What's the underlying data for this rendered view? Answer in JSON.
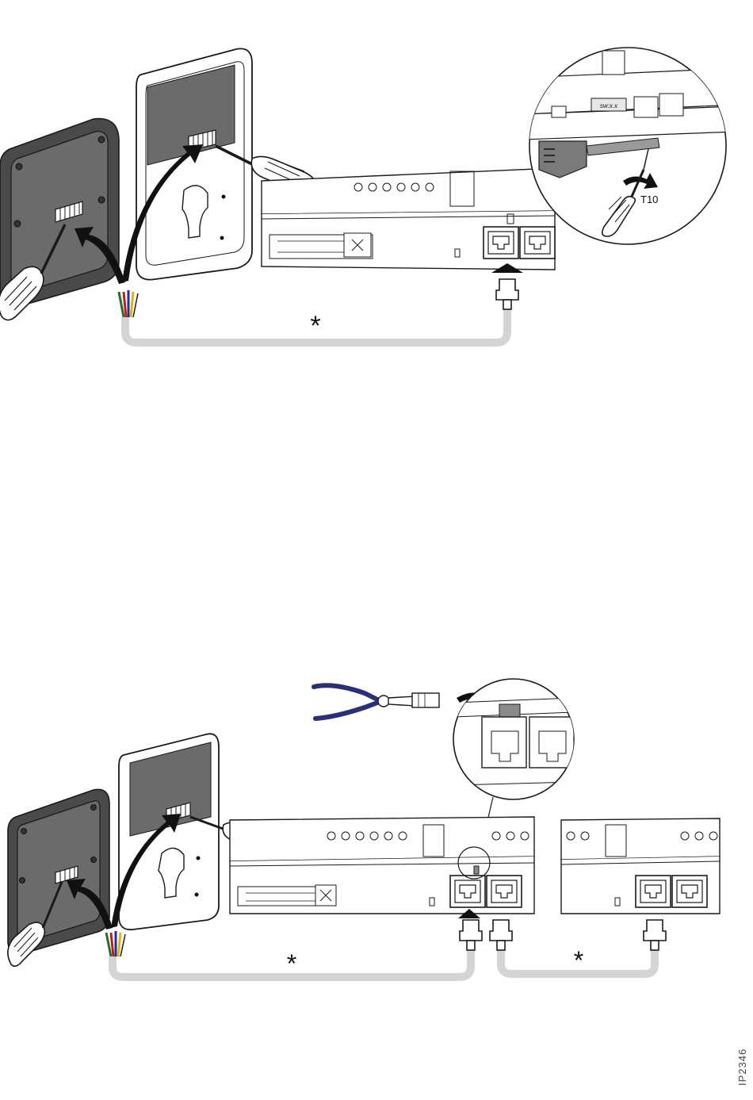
{
  "figure": {
    "top": {
      "cable_marker": "*",
      "torx_label": "T10",
      "firmware_label": "sw:x.x"
    },
    "bottom": {
      "cable_marker_1": "*",
      "cable_marker_2": "*"
    },
    "document_id": "IP2346"
  },
  "colors": {
    "outline": "#1a1a1a",
    "panel_fill": "#6b6b6b",
    "frame_dark": "#4a4a4a",
    "cable": "#d4d4d4",
    "arrow": "#111111",
    "plier_handle": "#2a2f7a",
    "wire_colors": [
      "#2a6b2a",
      "#c21d1d",
      "#1b2fa8",
      "#e2b400",
      "#ffffff"
    ]
  },
  "icons": [
    "screwdriver-icon",
    "pliers-icon",
    "rotation-arrow-icon",
    "rj45-plug-icon",
    "curved-arrow-icon"
  ]
}
